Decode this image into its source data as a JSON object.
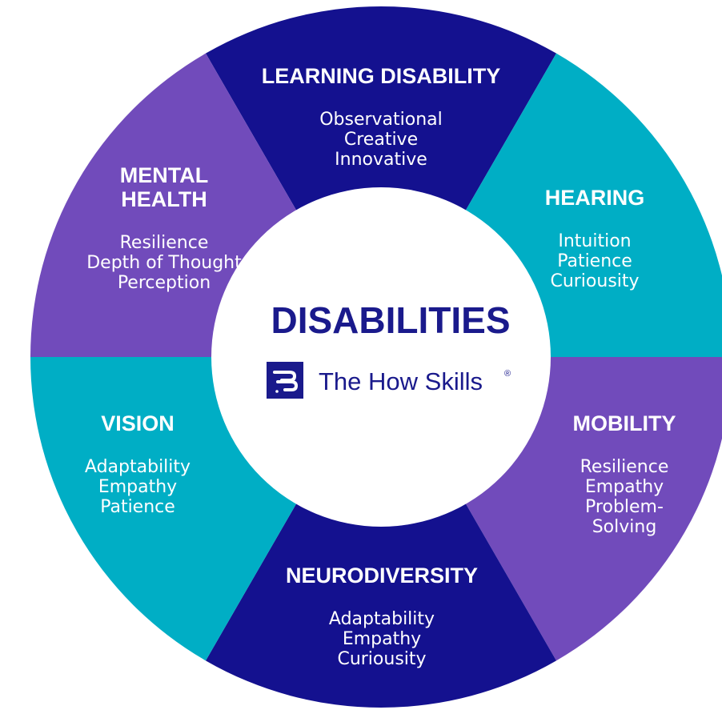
{
  "center": {
    "title": "DISABILITIES",
    "brand": {
      "name": "The How Skills",
      "mark": "®"
    }
  },
  "colors": {
    "dark_blue": "#14118f",
    "teal": "#00aec5",
    "purple": "#714bbb",
    "center_text": "#1a1a8c"
  },
  "segments": [
    {
      "id": "learning-disability",
      "title": [
        "LEARNING DISABILITY"
      ],
      "skills": [
        "Observational",
        "Creative",
        "Innovative"
      ],
      "color": "#14118f"
    },
    {
      "id": "hearing",
      "title": [
        "HEARING"
      ],
      "skills": [
        "Intuition",
        "Patience",
        "Curiousity"
      ],
      "color": "#00aec5"
    },
    {
      "id": "mobility",
      "title": [
        "MOBILITY"
      ],
      "skills": [
        "Resilience",
        "Empathy",
        "Problem-",
        "Solving"
      ],
      "color": "#714bbb"
    },
    {
      "id": "neurodiversity",
      "title": [
        "NEURODIVERSITY"
      ],
      "skills": [
        "Adaptability",
        "Empathy",
        "Curiousity"
      ],
      "color": "#14118f"
    },
    {
      "id": "vision",
      "title": [
        "VISION"
      ],
      "skills": [
        "Adaptability",
        "Empathy",
        "Patience"
      ],
      "color": "#00aec5"
    },
    {
      "id": "mental-health",
      "title": [
        "MENTAL",
        "HEALTH"
      ],
      "skills": [
        "Resilience",
        "Depth of Thought",
        "Perception"
      ],
      "color": "#714bbb"
    }
  ]
}
